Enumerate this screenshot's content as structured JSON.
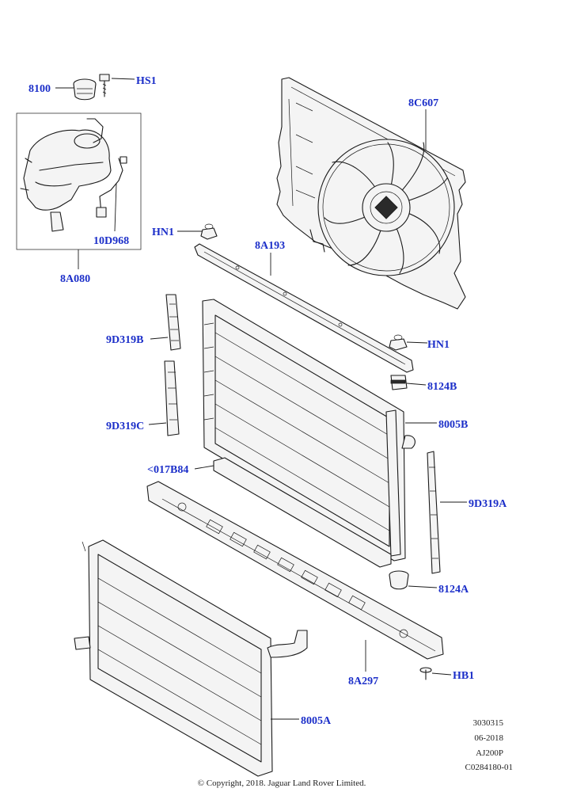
{
  "labels": {
    "hs1": "HS1",
    "p8100": "8100",
    "p8c607": "8C607",
    "p10d968": "10D968",
    "p8a080": "8A080",
    "hn1_top": "HN1",
    "p8a193": "8A193",
    "p9d319b": "9D319B",
    "hn1_right": "HN1",
    "p8124b": "8124B",
    "p9d319c": "9D319C",
    "p8005b": "8005B",
    "p017b84": "<017B84",
    "p9d319a": "9D319A",
    "p8124a": "8124A",
    "p8a297": "8A297",
    "hb1": "HB1",
    "p8005a": "8005A"
  },
  "meta": {
    "line1": "3030315",
    "line2": "06-2018",
    "line3": "AJ200P",
    "line4": "C0284180-01"
  },
  "copyright": "© Copyright, 2018. Jaguar Land Rover Limited.",
  "colors": {
    "label": "#1c2fc9",
    "line": "#1a1a1a"
  }
}
